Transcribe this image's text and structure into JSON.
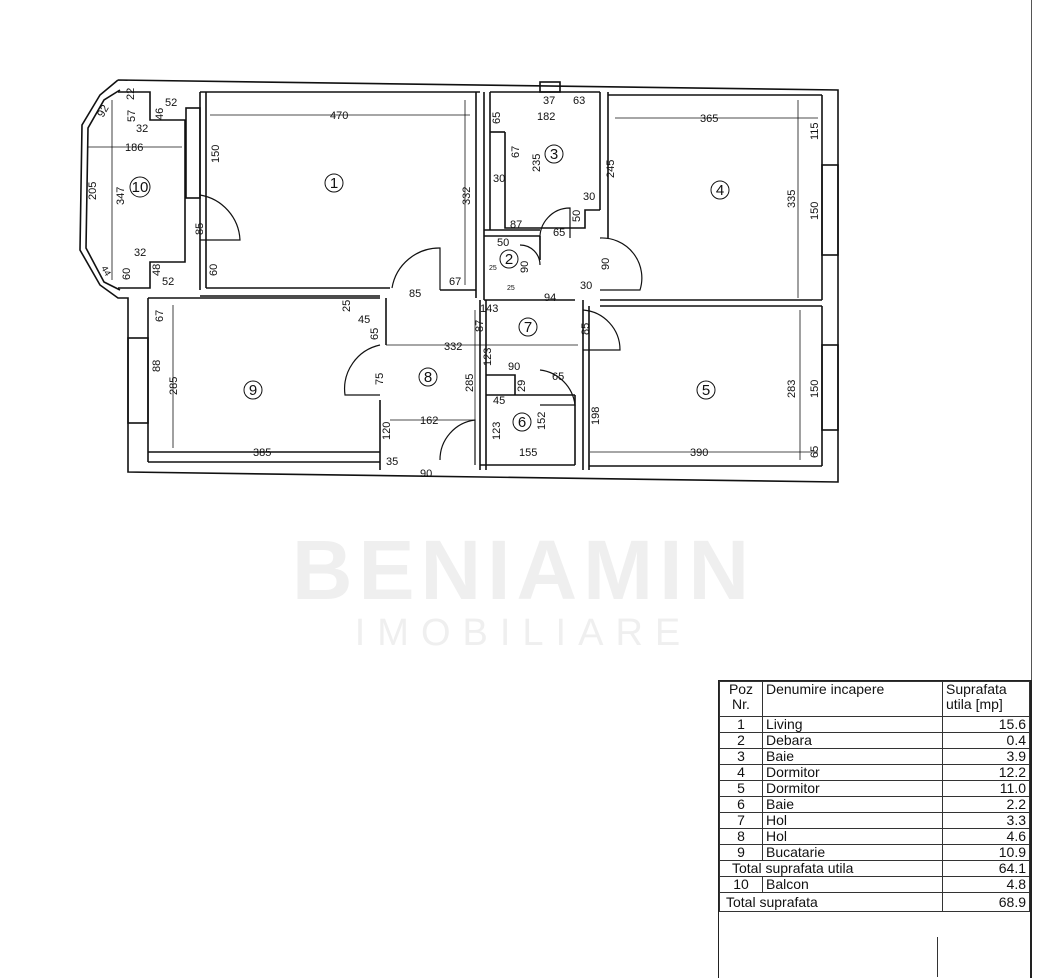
{
  "watermark": {
    "brand": "BENIAMIN",
    "sub": "IMOBILIARE"
  },
  "rooms": [
    {
      "num": "1"
    },
    {
      "num": "2"
    },
    {
      "num": "3"
    },
    {
      "num": "4"
    },
    {
      "num": "5"
    },
    {
      "num": "6"
    },
    {
      "num": "7"
    },
    {
      "num": "8"
    },
    {
      "num": "9"
    },
    {
      "num": "10"
    }
  ],
  "dims": [
    "470",
    "150",
    "332",
    "365",
    "335",
    "150",
    "115",
    "182",
    "37",
    "63",
    "65",
    "67",
    "235",
    "30",
    "245",
    "30",
    "50",
    "87",
    "65",
    "50",
    "90",
    "90",
    "25",
    "25",
    "94",
    "30",
    "186",
    "347",
    "205",
    "52",
    "46",
    "57",
    "22",
    "92",
    "32",
    "85",
    "32",
    "48",
    "52",
    "60",
    "60",
    "44",
    "85",
    "67",
    "143",
    "87",
    "123",
    "85",
    "332",
    "25",
    "45",
    "65",
    "67",
    "88",
    "285",
    "385",
    "75",
    "285",
    "162",
    "120",
    "35",
    "90",
    "90",
    "65",
    "29",
    "45",
    "152",
    "123",
    "155",
    "198",
    "283",
    "150",
    "390",
    "65"
  ],
  "legend": {
    "headers": {
      "poz": "Poz Nr.",
      "name": "Denumire incapere",
      "area": "Suprafata utila [mp]"
    },
    "rows": [
      {
        "nr": "1",
        "name": "Living",
        "area": "15.6"
      },
      {
        "nr": "2",
        "name": "Debara",
        "area": "0.4"
      },
      {
        "nr": "3",
        "name": "Baie",
        "area": "3.9"
      },
      {
        "nr": "4",
        "name": "Dormitor",
        "area": "12.2"
      },
      {
        "nr": "5",
        "name": "Dormitor",
        "area": "11.0"
      },
      {
        "nr": "6",
        "name": "Baie",
        "area": "2.2"
      },
      {
        "nr": "7",
        "name": "Hol",
        "area": "3.3"
      },
      {
        "nr": "8",
        "name": "Hol",
        "area": "4.6"
      },
      {
        "nr": "9",
        "name": "Bucatarie",
        "area": "10.9"
      }
    ],
    "total_util": {
      "label": "Total suprafata utila",
      "area": "64.1"
    },
    "balcon": {
      "nr": "10",
      "name": "Balcon",
      "area": "4.8"
    },
    "total": {
      "label": "Total suprafata",
      "area": "68.9"
    }
  }
}
